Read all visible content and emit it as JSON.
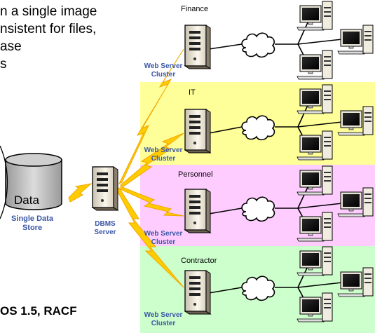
{
  "bullets": {
    "line1": "n a single image",
    "line2": "nsistent for files,",
    "line3": "ase",
    "line4": "s"
  },
  "zones": {
    "finance": "Finance",
    "it": "IT",
    "personnel": "Personnel",
    "contractor": "Contractor"
  },
  "data_store": {
    "cylinder_label": "Data",
    "caption_line1": "Single Data",
    "caption_line2": "Store"
  },
  "dbms": {
    "line1": "DBMS",
    "line2": "Server"
  },
  "web_server": {
    "line1": "Web Server",
    "line2": "Cluster"
  },
  "footer": "OS 1.5, RACF",
  "colors": {
    "it_band": "#ffff99",
    "personnel_band": "#ffccff",
    "contractor_band": "#ccffcc",
    "lightning": "#ffcc00",
    "label_blue": "#3a57a6"
  }
}
